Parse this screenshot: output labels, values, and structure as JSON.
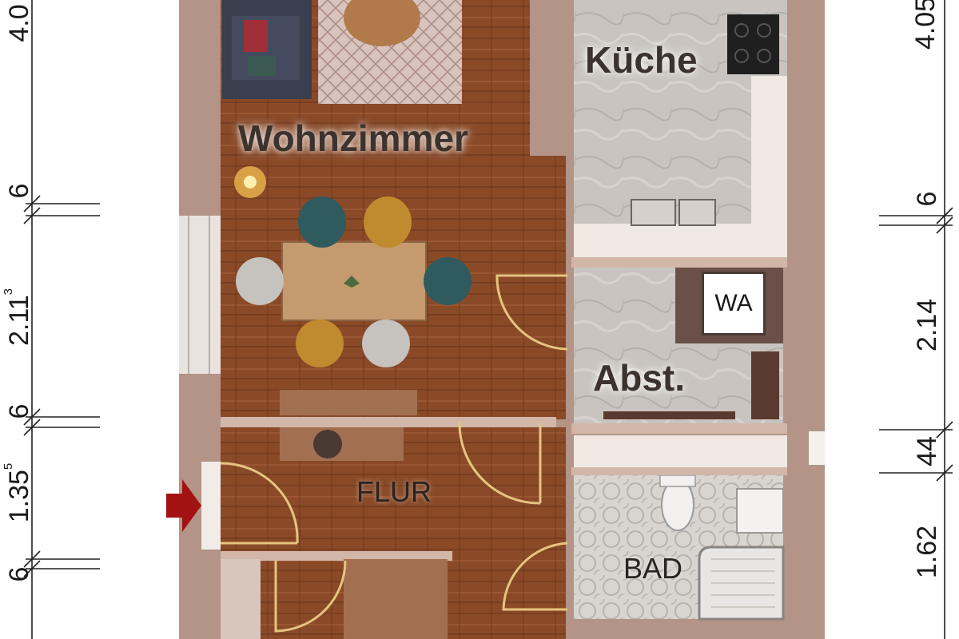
{
  "rooms": {
    "living": "Wohnzimmer",
    "kitchen": "Küche",
    "storage": "Abst.",
    "washer": "WA",
    "hall": "FLUR",
    "bath": "BAD"
  },
  "dimensions": {
    "left": [
      {
        "main": "4.0"
      },
      {
        "main": "6"
      },
      {
        "main": "2.11",
        "sup": "3"
      },
      {
        "main": "6"
      },
      {
        "main": "1.35",
        "sup": "5"
      },
      {
        "main": "6"
      }
    ],
    "right": [
      {
        "main": "4.05"
      },
      {
        "main": "6"
      },
      {
        "main": "2.14"
      },
      {
        "main": "44"
      },
      {
        "main": "1.62"
      }
    ]
  },
  "colors": {
    "wall": "#b39486",
    "wood_floor": "#8a4a28",
    "tile_floor": "#c9c4bf",
    "bath_tile": "#d8d4d0",
    "entrance_arrow": "#a31212"
  },
  "icons": [
    "entrance-arrow-icon",
    "sofa-icon",
    "dining-table-icon",
    "lamp-icon",
    "stove-icon",
    "sink-icon",
    "toilet-icon",
    "shower-icon"
  ]
}
